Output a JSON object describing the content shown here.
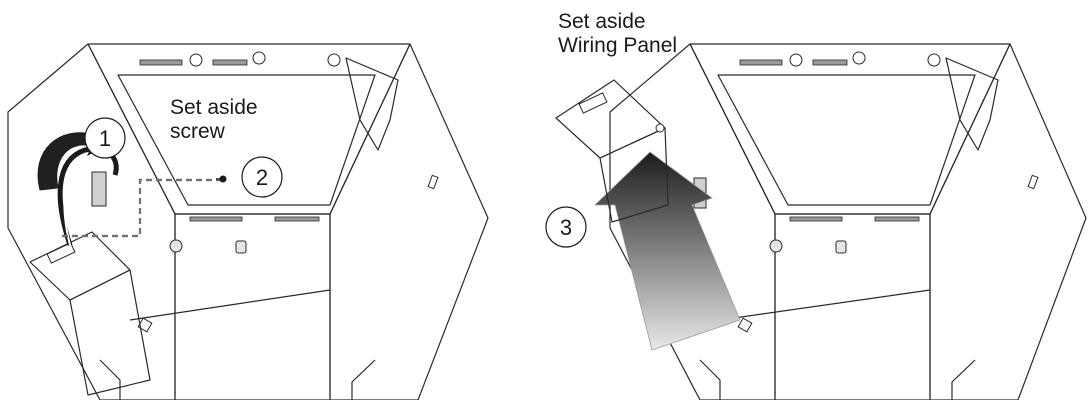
{
  "figure": {
    "left": {
      "callout_1": "1",
      "callout_2": "2",
      "note_line1": "Set aside",
      "note_line2": "screw"
    },
    "right": {
      "callout_3": "3",
      "note_line1": "Set aside",
      "note_line2": "Wiring Panel"
    }
  }
}
